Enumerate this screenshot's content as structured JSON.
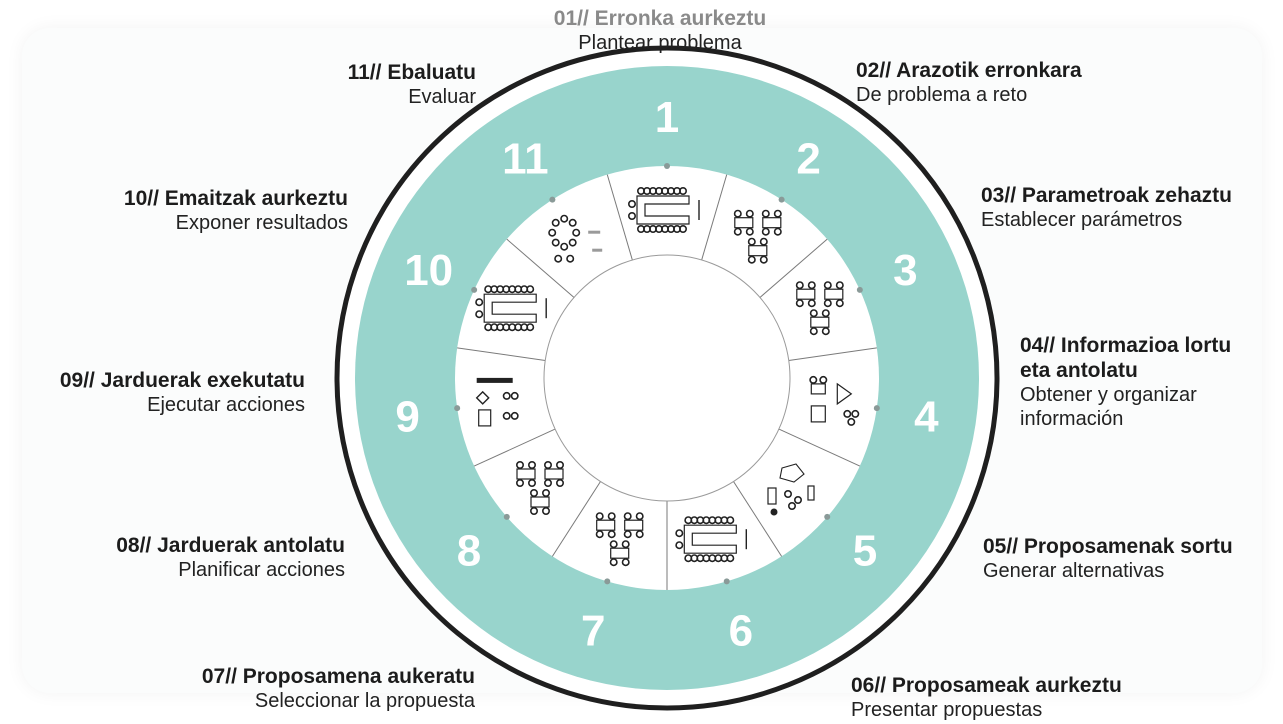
{
  "colors": {
    "ring": "#98d4cc",
    "outer_stroke": "#1f1f1f",
    "inner_fill": "#ffffff",
    "numbers": "#ffffff",
    "dot": "#8a9a98",
    "divider": "#7a7a7a",
    "icon": "#222222"
  },
  "segment_count": 11,
  "ring_numbers": [
    "1",
    "2",
    "3",
    "4",
    "5",
    "6",
    "7",
    "8",
    "9",
    "10",
    "11"
  ],
  "steps": [
    {
      "title": "01// Erronka aurkeztu",
      "subtitle": "Plantear problema"
    },
    {
      "title": "02// Arazotik erronkara",
      "subtitle": "De problema a reto"
    },
    {
      "title": "03// Parametroak zehaztu",
      "subtitle": "Establecer parámetros"
    },
    {
      "title": "04// Informazioa lortu",
      "title2": "eta antolatu",
      "subtitle": "Obtener y organizar",
      "subtitle2": "información"
    },
    {
      "title": "05// Proposamenak sortu",
      "subtitle": "Generar alternativas"
    },
    {
      "title": "06// Proposameak aurkeztu",
      "subtitle": "Presentar propuestas"
    },
    {
      "title": "07// Proposamena aukeratu",
      "subtitle": "Seleccionar la propuesta"
    },
    {
      "title": "08// Jarduerak antolatu",
      "subtitle": "Planificar acciones"
    },
    {
      "title": "09// Jarduerak exekutatu",
      "subtitle": "Ejecutar acciones"
    },
    {
      "title": "10// Emaitzak aurkeztu",
      "subtitle": "Exponer resultados"
    },
    {
      "title": "11// Ebaluatu",
      "subtitle": "Evaluar"
    }
  ],
  "segment_icons": [
    "u-table-icon",
    "cluster-tables-icon",
    "cluster-tables-icon",
    "mixed-groups-icon",
    "scattered-layout-icon",
    "u-table-icon",
    "cluster-tables-icon",
    "cluster-tables-icon",
    "presentation-layout-icon",
    "u-table-icon",
    "circle-chairs-icon"
  ]
}
